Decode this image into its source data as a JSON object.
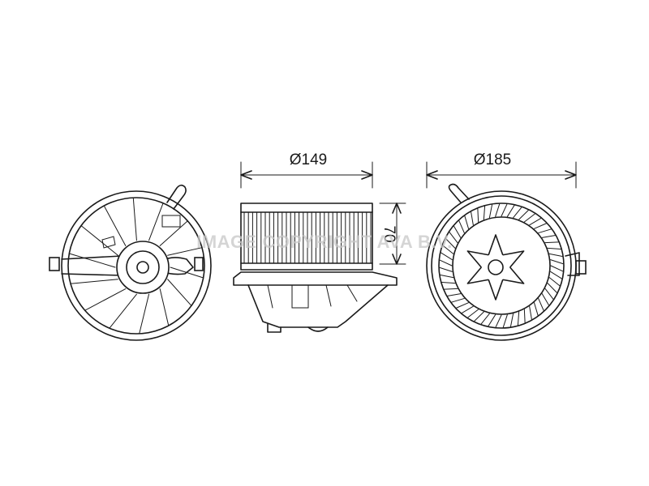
{
  "dimensions": {
    "dia_side": "Ø149",
    "dia_back": "Ø185",
    "height": "70"
  },
  "watermark": "IMAGE COPYRIGHT AVA B.V."
}
